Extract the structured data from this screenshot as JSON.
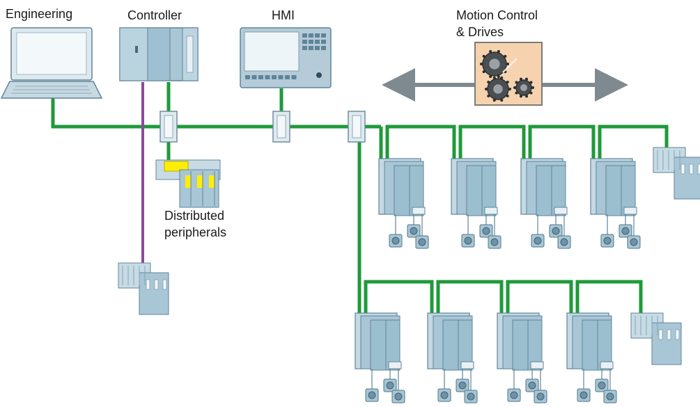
{
  "labels": {
    "engineering": "Engineering",
    "controller": "Controller",
    "hmi": "HMI",
    "motion_line1": "Motion Control",
    "motion_line2": "& Drives",
    "peripherals_line1": "Distributed",
    "peripherals_line2": "peripherals"
  },
  "colors": {
    "network": "#1f9a3a",
    "controller_bus": "#8a4a9c",
    "device_body": "#a9c6d6",
    "device_dark": "#7ea4b8",
    "device_edge": "#5f8498",
    "motion_box": "#f6d3ae",
    "arrow": "#7f8a90",
    "highlight": "#ffee00"
  },
  "icons": {
    "engineering": "laptop-icon",
    "controller": "plc-controller-icon",
    "hmi": "hmi-panel-icon",
    "motion": "motion-control-gears-icon",
    "switch": "network-switch-icon",
    "drive": "drive-unit-icon",
    "motor": "servo-motor-icon",
    "io": "io-module-icon"
  }
}
